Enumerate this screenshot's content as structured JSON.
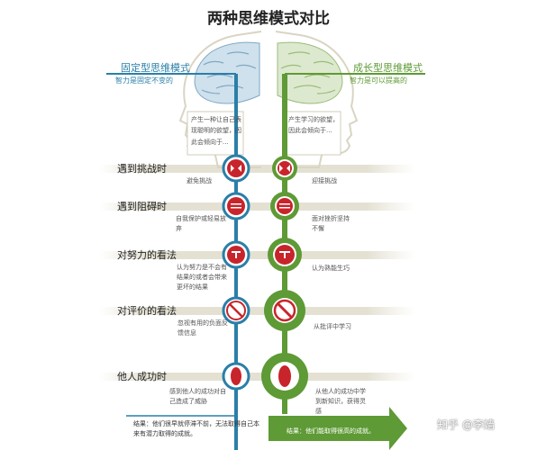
{
  "title": "两种思维模式对比",
  "fixed": {
    "name": "固定型思维模式",
    "subtitle": "智力是固定不变的",
    "thought": "产生一种让自己表现聪明的欲望，因此会倾向于...",
    "color": "#2a7fa8"
  },
  "growth": {
    "name": "成长型思维模式",
    "subtitle": "智力是可以提高的",
    "thought": "产生学习的欲望，因此会倾向于...",
    "color": "#5e9a35"
  },
  "scenarios": [
    {
      "label": "遇到挑战时",
      "fixed": "避免挑战",
      "growth": "迎接挑战",
      "icon": "challenge-icon"
    },
    {
      "label": "遇到阻碍时",
      "fixed": "自我保护或轻易放弃",
      "growth": "面对挫折坚持不懈",
      "icon": "wall-icon"
    },
    {
      "label": "对努力的看法",
      "fixed": "认为努力是不会有结果的或者会带来更坏的结果",
      "growth": "认为熟能生巧",
      "icon": "effort-icon"
    },
    {
      "label": "对评价的看法",
      "fixed": "忽视有用的负面反馈信息",
      "growth": "从批评中学习",
      "icon": "no-sign-icon"
    },
    {
      "label": "他人成功时",
      "fixed": "感到他人的成功对自己造成了威胁",
      "growth": "从他人的成功中学到新知识，获得灵感",
      "icon": "person-icon"
    }
  ],
  "conclusion": {
    "fixed": "结果：他们很早就停滞不前，无法取得自己本来有潜力取得的成就。",
    "growth": "结果：他们能取得很高的成就。"
  },
  "watermark": "知乎 @李嫱"
}
